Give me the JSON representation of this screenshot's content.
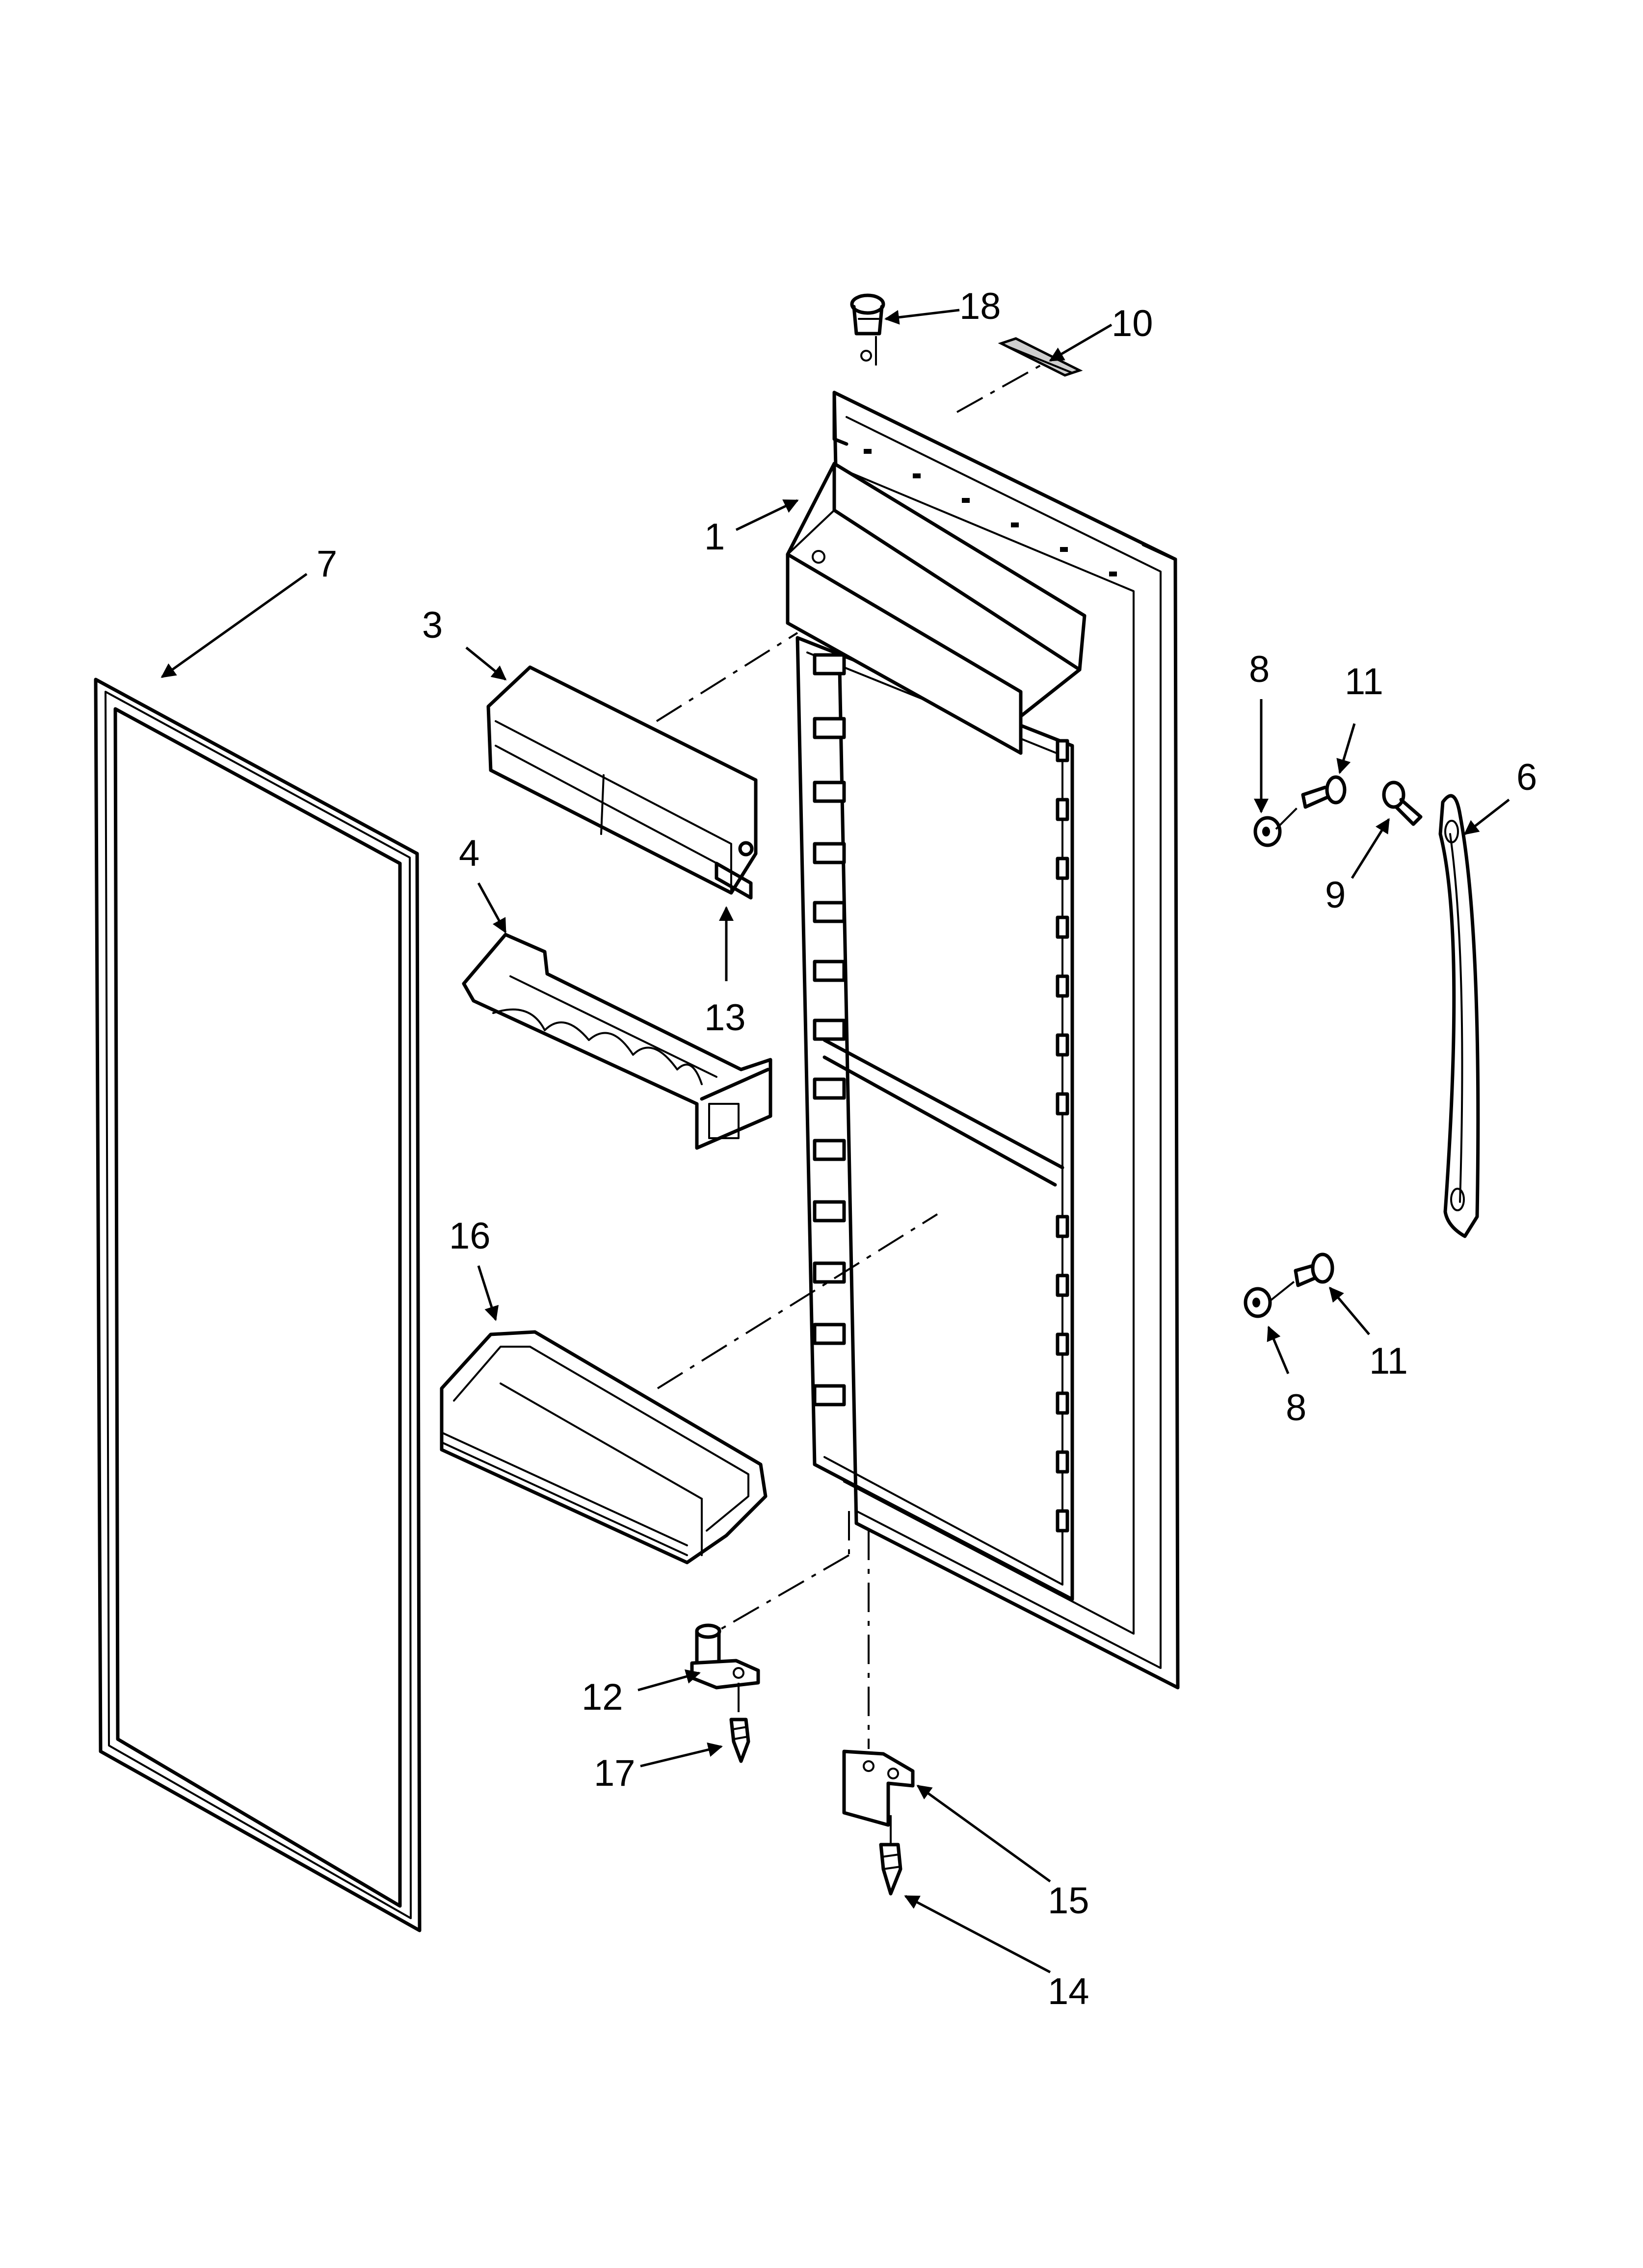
{
  "callouts": {
    "c1": "1",
    "c3": "3",
    "c4": "4",
    "c6": "6",
    "c7": "7",
    "c8a": "8",
    "c8b": "8",
    "c9": "9",
    "c10": "10",
    "c11a": "11",
    "c11b": "11",
    "c12": "12",
    "c13": "13",
    "c14": "14",
    "c15": "15",
    "c16": "16",
    "c17": "17",
    "c18": "18"
  }
}
